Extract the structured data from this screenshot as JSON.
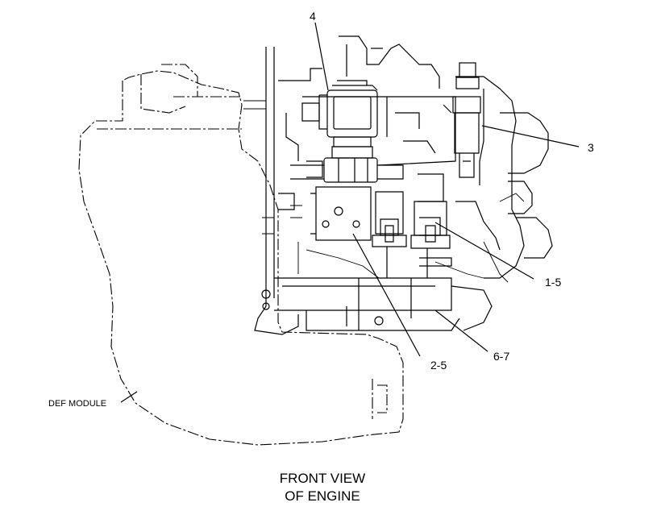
{
  "callouts": {
    "c4": "4",
    "c3": "3",
    "c1_5": "1-5",
    "c2_5": "2-5",
    "c6_7": "6-7"
  },
  "labels": {
    "def_module": "DEF MODULE"
  },
  "caption": {
    "line1": "FRONT VIEW",
    "line2": "OF ENGINE"
  }
}
